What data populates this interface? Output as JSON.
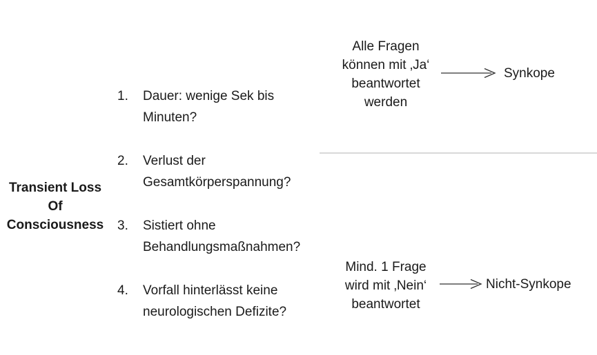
{
  "page": {
    "background_color": "#ffffff",
    "text_color": "#1a1a1a",
    "divider_color": "#d8d8d8",
    "arrow_color": "#303030"
  },
  "diagram": {
    "root_label": {
      "lines": [
        "Transient Loss",
        "Of",
        "Consciousness"
      ]
    },
    "questions": [
      {
        "number": "1.",
        "text": "Dauer: wenige Sek bis Minuten?"
      },
      {
        "number": "2.",
        "text": "Verlust der Gesamtkörperspannung?"
      },
      {
        "number": "3.",
        "text": "Sistiert ohne Behandlungsmaßnahmen?"
      },
      {
        "number": "4.",
        "text": "Vorfall hinterlässt keine neurologischen Defizite?"
      }
    ],
    "outcomes": [
      {
        "condition_lines": [
          "Alle Fragen",
          "können mit ‚Ja‘",
          "beantwortet",
          "werden"
        ],
        "result": "Synkope"
      },
      {
        "condition_lines": [
          "Mind. 1 Frage",
          "wird mit ‚Nein‘",
          "beantwortet"
        ],
        "result": "Nicht-Synkope"
      }
    ]
  }
}
